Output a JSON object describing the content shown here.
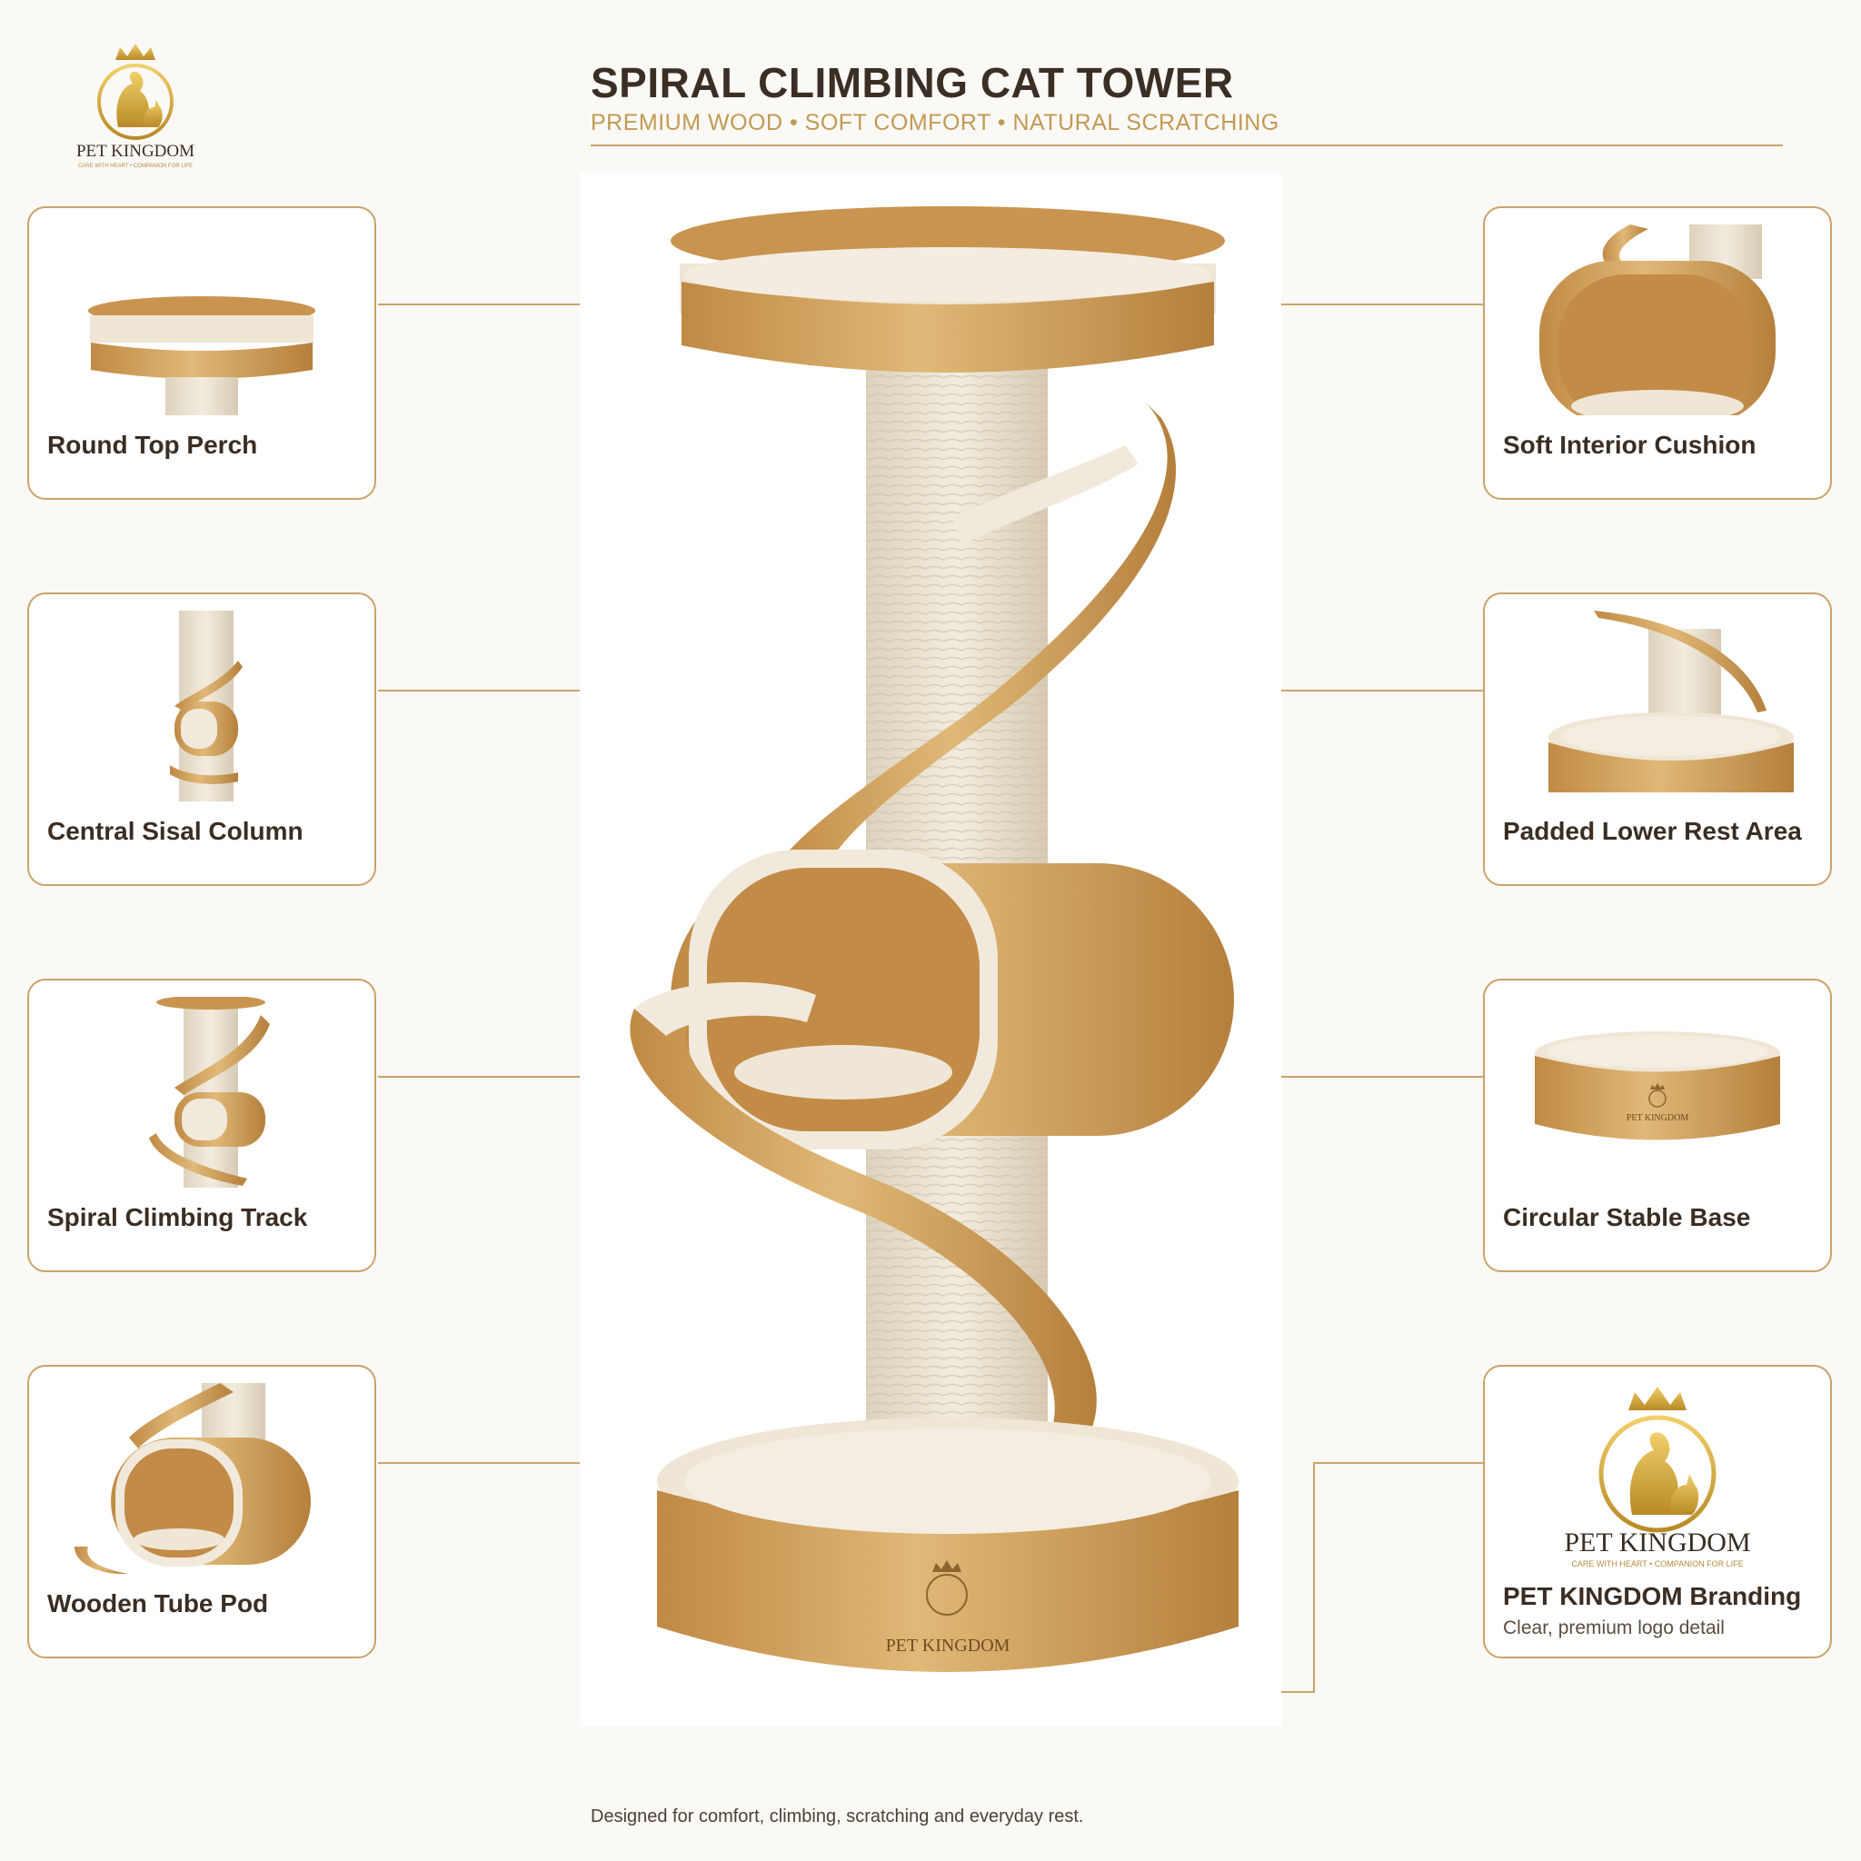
{
  "brand": {
    "name": "PET KINGDOM",
    "tagline": "CARE WITH HEART • COMPANION FOR LIFE"
  },
  "header": {
    "title": "SPIRAL CLIMBING CAT TOWER",
    "subtitle": "PREMIUM WOOD • SOFT COMFORT • NATURAL SCRATCHING"
  },
  "features_left": [
    {
      "label": "Round Top Perch"
    },
    {
      "label": "Central Sisal Column"
    },
    {
      "label": "Spiral Climbing Track"
    },
    {
      "label": "Wooden Tube Pod"
    }
  ],
  "features_right": [
    {
      "label": "Soft Interior Cushion"
    },
    {
      "label": "Padded Lower Rest Area"
    },
    {
      "label": "Circular Stable Base"
    },
    {
      "label": "PET KINGDOM Branding",
      "sub": "Clear, premium logo detail"
    }
  ],
  "footer": "Designed for comfort, climbing, scratching and everyday rest.",
  "colors": {
    "accent": "#c8a36a",
    "wood": "#d4a763",
    "wood_dark": "#b9853f",
    "sisal": "#ece3d2",
    "cushion": "#efe9dd",
    "text": "#3a2e24"
  }
}
